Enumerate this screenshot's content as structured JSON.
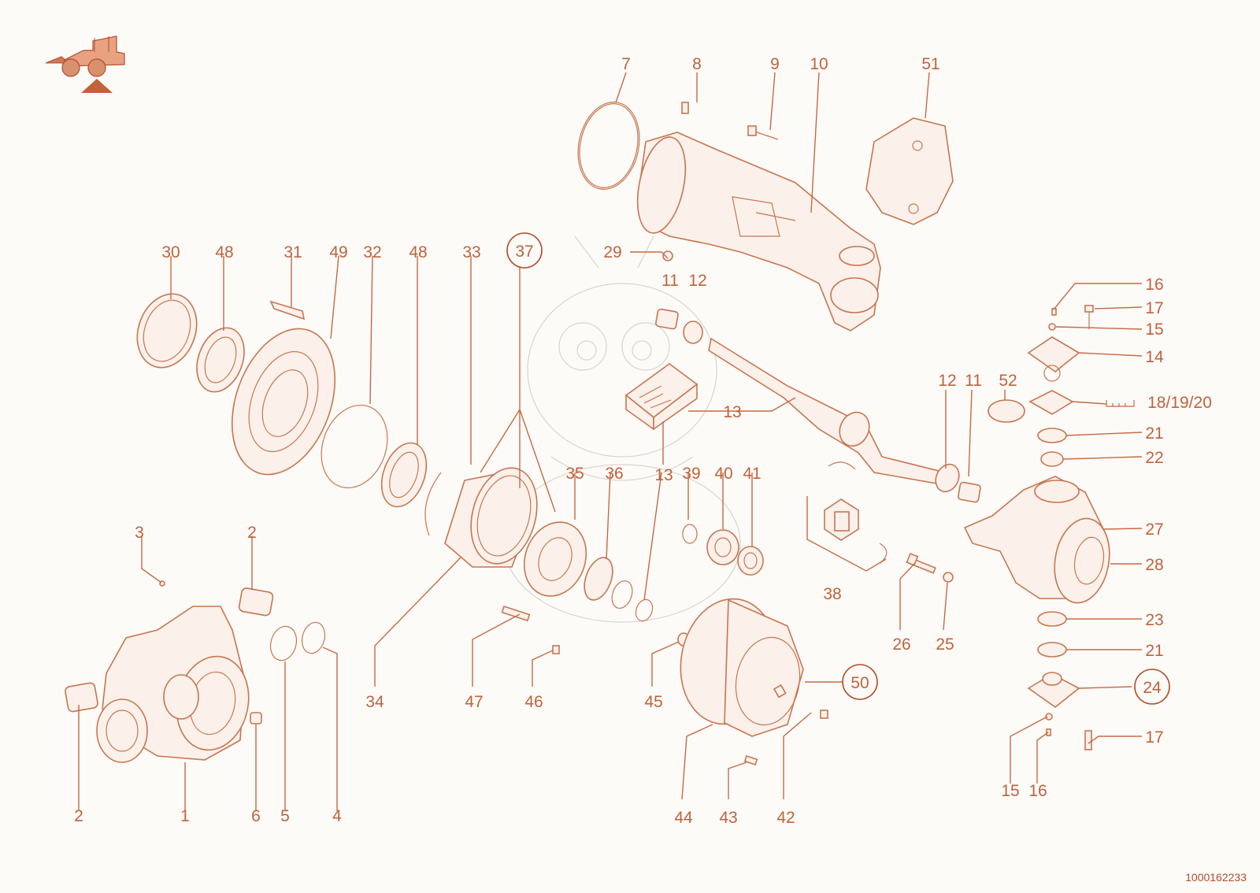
{
  "diagram": {
    "reference_number": "1000162233",
    "brand_icon": "wheel-loader-icon",
    "palette": {
      "line": "#c0623c",
      "fill": "#fbf1ea",
      "background": "#fdfbf8",
      "watermark": "#d9d4cf"
    },
    "callouts": {
      "c1": "1",
      "c2a": "2",
      "c2b": "2",
      "c3": "3",
      "c4": "4",
      "c5": "5",
      "c6": "6",
      "c7": "7",
      "c8": "8",
      "c9": "9",
      "c10": "10",
      "c51": "51",
      "c29": "29",
      "c11a": "11",
      "c12a": "12",
      "c13a": "13",
      "c13b": "13",
      "c30": "30",
      "c48a": "48",
      "c31": "31",
      "c49": "49",
      "c32": "32",
      "c48b": "48",
      "c33": "33",
      "c37": "37",
      "c35": "35",
      "c36": "36",
      "c39": "39",
      "c40": "40",
      "c41": "41",
      "c34": "34",
      "c47": "47",
      "c46": "46",
      "c45": "45",
      "c44": "44",
      "c43": "43",
      "c42": "42",
      "c50": "50",
      "c38": "38",
      "c26": "26",
      "c25": "25",
      "c12b": "12",
      "c11b": "11",
      "c52": "52",
      "c16a": "16",
      "c17a": "17",
      "c15a": "15",
      "c14": "14",
      "c18": "18/19/20",
      "c21a": "21",
      "c22": "22",
      "c27": "27",
      "c28": "28",
      "c23": "23",
      "c21b": "21",
      "c24": "24",
      "c17b": "17",
      "c15b": "15",
      "c16b": "16"
    }
  }
}
